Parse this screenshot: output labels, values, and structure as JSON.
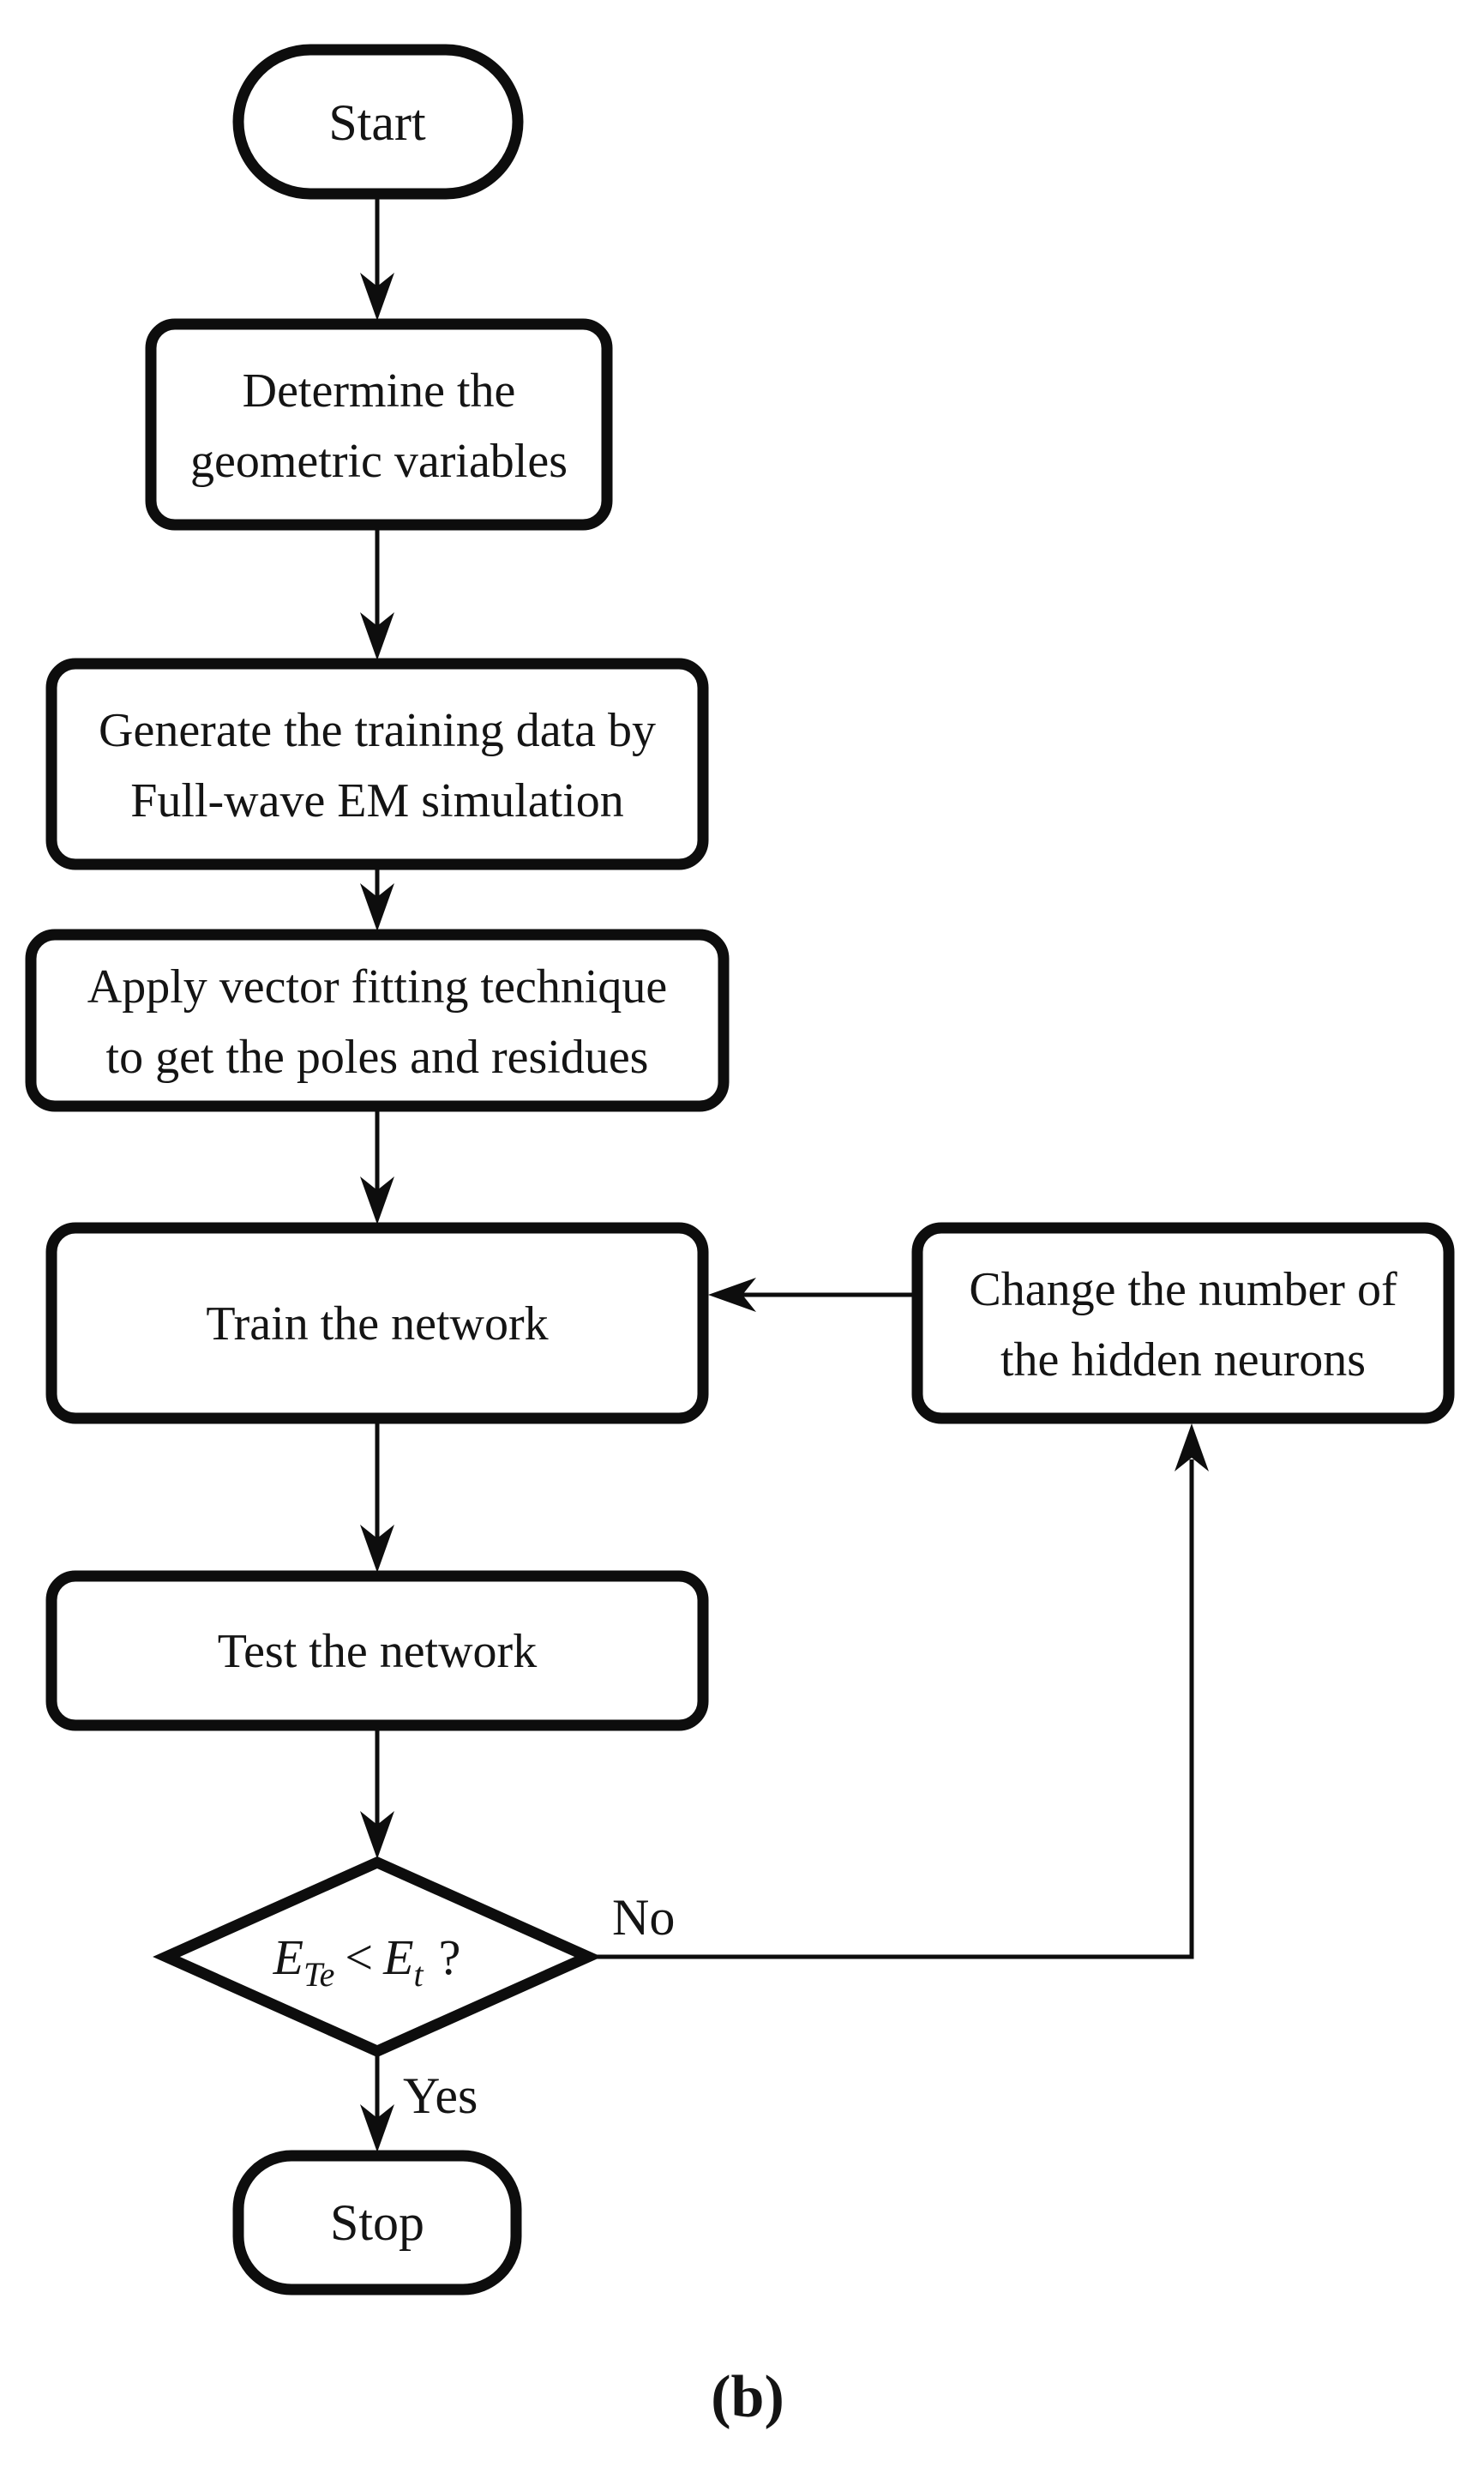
{
  "figure": {
    "caption": "(b)"
  },
  "colors": {
    "background": "#ffffff",
    "ink": "#0d0d0d",
    "text": "#141414"
  },
  "nodes": {
    "start": {
      "label": "Start"
    },
    "determine": {
      "lines": [
        "Determine the",
        "geometric variables"
      ]
    },
    "generate": {
      "lines": [
        "Generate the training data by",
        "Full-wave EM simulation"
      ]
    },
    "vector_fitting": {
      "lines": [
        "Apply vector fitting technique",
        "to get the poles and residues"
      ]
    },
    "train": {
      "label": "Train the network"
    },
    "test": {
      "label": "Test the network"
    },
    "decision": {
      "e1": "E",
      "e1_sub": "Te",
      "operator": "<",
      "e2": "E",
      "e2_sub": "t",
      "question": "?"
    },
    "change": {
      "lines": [
        "Change the number of",
        "the hidden neurons"
      ]
    },
    "stop": {
      "label": "Stop"
    }
  },
  "edges": {
    "no_label": "No",
    "yes_label": "Yes"
  }
}
